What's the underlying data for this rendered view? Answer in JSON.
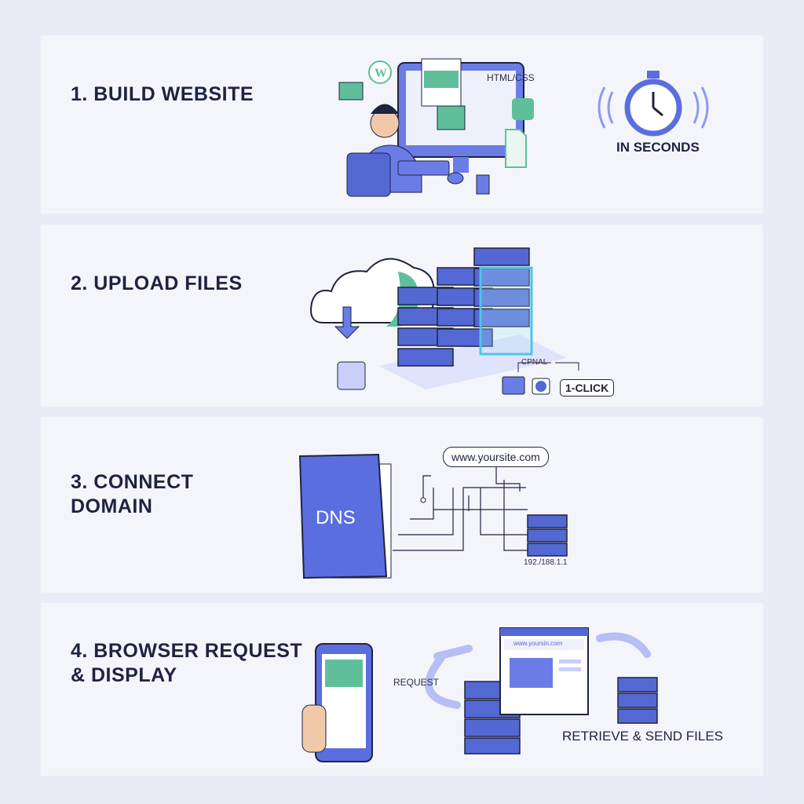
{
  "steps": [
    {
      "title": "1.  BUILD WEBSITE",
      "labels": {
        "code": "HTML/CSS",
        "speed": "IN SECONDS"
      }
    },
    {
      "title": "2.  UPLOAD FILES",
      "labels": {
        "panel": "CPNAL",
        "oneclick": "1-CLICK"
      }
    },
    {
      "title": "3.  CONNECT\n     DOMAIN",
      "labels": {
        "url": "www.yoursite.com",
        "dns": "DNS",
        "ip": "192./188.1.1"
      }
    },
    {
      "title": "4.  BROWSER REQUEST\n     & DISPLAY",
      "labels": {
        "request": "REQUEST",
        "browser_url": "www.yoursin.com",
        "retrieve": "RETRIEVE & SEND FILES"
      }
    }
  ],
  "colors": {
    "accent": "#5b6ee0",
    "green": "#5fbf9a",
    "navy": "#1e2340"
  }
}
